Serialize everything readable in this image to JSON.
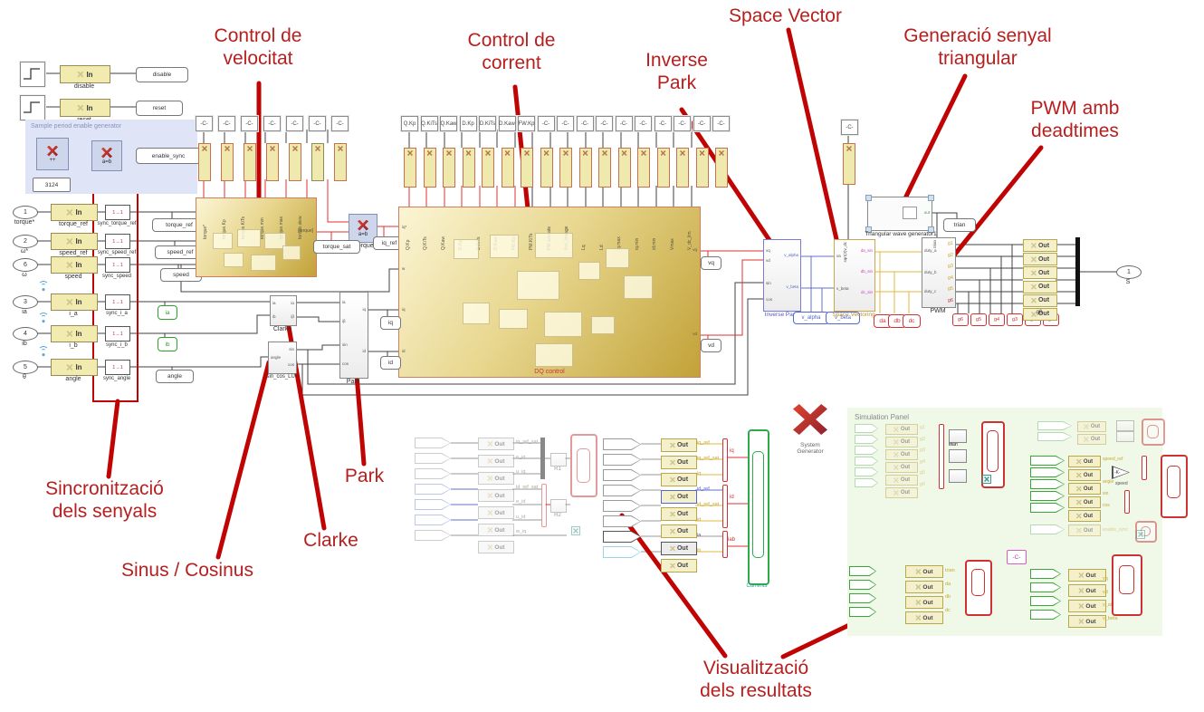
{
  "g": {
    "in": "In",
    "out": "Out",
    "c": "-C-",
    "sync": "1→1"
  },
  "annotations": {
    "control_velocitat": "Control de\nvelocitat",
    "control_corrent": "Control de\ncorrent",
    "inverse_park": "Inverse\nPark",
    "space_vector": "Space Vector",
    "generacio": "Generació senyal\ntriangular",
    "pwm_deadtimes": "PWM amb\ndeadtimes",
    "sincronitzacio": "Sincronització\ndels senyals",
    "park": "Park",
    "clarke": "Clarke",
    "sinus_cosinus": "Sinus / Cosinus",
    "visualitzacio": "Visualització\ndels resultats"
  },
  "top_left": {
    "disable": {
      "gw_name": "disable",
      "tag": "disable"
    },
    "reset": {
      "gw_name": "reset",
      "tag": "reset"
    },
    "sample_panel": {
      "title": "Sample period enable generator",
      "counter": "++",
      "constant": "3124",
      "relop": "a=b",
      "tag": "enable_sync"
    }
  },
  "inputs": {
    "rows": [
      {
        "port": "1",
        "signal": "torque*",
        "gw": "torque_ref",
        "sync": "sync_torque_ref"
      },
      {
        "port": "2",
        "signal": "ω*",
        "gw": "speed_ref",
        "sync": "sync_speed_ref"
      },
      {
        "port": "6",
        "signal": "ω",
        "gw": "speed",
        "sync": "sync_speed"
      },
      {
        "port": "3",
        "signal": "ia",
        "gw": "i_a",
        "sync": "sync_i_a"
      },
      {
        "port": "4",
        "signal": "ib",
        "gw": "i_b",
        "sync": "sync_i_b"
      },
      {
        "port": "5",
        "signal": "θ",
        "gw": "angle",
        "sync": "sync_angle"
      }
    ],
    "tags": {
      "torque_ref": "torque_ref",
      "speed_ref": "speed_ref",
      "speed": "speed",
      "ia": "ia",
      "ib": "ib",
      "angle": "angle"
    }
  },
  "velocitat": {
    "constants": [
      "-C-",
      "-C-",
      "-C-",
      "-C-",
      "-C-",
      "-C-",
      "-C-"
    ],
    "top_labels": [
      "torque*",
      "torque.Kp",
      "torque.KiTs",
      "torque.min",
      "torque.max",
      "torque.slew"
    ],
    "output": "[torque]",
    "mult": {
      "glyph": "a=b",
      "name": "iq(torque)"
    },
    "tags": {
      "torque_sat": "torque_sat",
      "iq_ref": "iq_ref"
    }
  },
  "dq": {
    "constants": [
      "Q.Kp",
      "Q.KiTs",
      "Q.Kaw",
      "D.Kp",
      "D.KiTs",
      "D.Kaw",
      "FW.Kp",
      "-C-",
      "-C-",
      "-C-",
      "-C-",
      "-C-",
      "-C-",
      "-C-",
      "-C-",
      "-C-",
      "-C-"
    ],
    "top_labels": [
      "Q.Kp",
      "Q.KiTs",
      "Q.Kaw",
      "D.Kp",
      "D.KiTs",
      "D.Kaw",
      "FW.Kp",
      "PM.KiTs",
      "PM activate",
      "flux_linkage",
      "Lq",
      "Ld",
      "iq.max",
      "iq.min",
      "id.min",
      "Vmax",
      "V_dc_lim"
    ],
    "left_labels": [
      "iq*",
      "w",
      "iq",
      "id"
    ],
    "right_labels": [
      "vq",
      "vd"
    ],
    "name": "DQ control",
    "tags": {
      "vq": "vq",
      "vd": "vd"
    }
  },
  "transforms": {
    "clarke": {
      "name": "Clarke",
      "in1": "ia",
      "in2": "ib",
      "out1": "iα",
      "out2": "iβ"
    },
    "lut": {
      "name": "sin_cos_LUT",
      "input": "angle",
      "out1": "sin",
      "out2": "cos"
    },
    "park": {
      "name": "Park",
      "in1": "ia",
      "in2": "iβ",
      "in3": "sin",
      "in4": "cos",
      "out1": "iq",
      "out2": "id",
      "tag_iq": "iq",
      "tag_id": "id"
    }
  },
  "inverse_park": {
    "name": "Inverse Park",
    "in1": "vq",
    "in2": "vd",
    "in3": "sin",
    "in4": "cos",
    "out1": "v_alpha",
    "out2": "v_beta",
    "tag1": "v_alpha",
    "tag2": "v_beta"
  },
  "space_vectoring": {
    "name": "Space Vectoring",
    "top_input": "sqrt(3)v_dc",
    "in1": "va",
    "in2": "v_beta",
    "out1": "da_sin",
    "out2": "db_sin",
    "out3": "dc_sin",
    "tag1": "da",
    "tag2": "db",
    "tag3": "dc"
  },
  "pwm": {
    "name": "PWM",
    "top_input": "trian",
    "in1": "duty_a",
    "in2": "duty_b",
    "in3": "duty_c",
    "outputs": [
      "g1",
      "g2",
      "g3",
      "g4",
      "g5",
      "g6"
    ],
    "tags": [
      "g6",
      "g5",
      "g4",
      "g3",
      "g2",
      "g1"
    ],
    "gateways": [
      "Out",
      "Out",
      "Out",
      "Out",
      "Out",
      "Out"
    ],
    "stack_label": "g6",
    "port": {
      "num": "1",
      "name": "S"
    }
  },
  "twg": {
    "name": "Triangular wave generator1",
    "out": "out",
    "tag": "trian",
    "constant": "-C-"
  },
  "sysgen": {
    "label": "System\nGenerator"
  },
  "cluster_left": {
    "out_blocks": [
      "Out",
      "Out",
      "Out",
      "Out",
      "Out",
      "Out",
      "Out"
    ],
    "wire_labels": [
      "iq_ref_sat",
      "e_iq",
      "u_iq",
      "id_ref_sat",
      "e_id",
      "u_id",
      "w_iq"
    ],
    "rate1": "R1",
    "rate2": "R2"
  },
  "cluster_mid": {
    "out_blocks": [
      "Out",
      "Out",
      "Out",
      "Out",
      "Out",
      "Out",
      "Out",
      "Out"
    ],
    "wire_labels": [
      "iq_ref",
      "iq_ref_sat",
      "iq",
      "id_ref",
      "id_ref_sat",
      "id",
      "ia",
      "ib"
    ],
    "mux1": "iq",
    "mux2": "id",
    "mux3": "iab",
    "scope": "Currents"
  },
  "sim_panel": {
    "title": "Simulation Panel",
    "a": {
      "out_blocks": [
        "Out",
        "Out",
        "Out",
        "Out",
        "Out",
        "Out"
      ],
      "wire_labels": [
        "g1",
        "g2",
        "g3",
        "g4",
        "g5",
        "g6"
      ],
      "block_labels": [
        "trian",
        "trian",
        "trian"
      ]
    },
    "b": {
      "out_blocks": [
        "Out",
        "Out"
      ]
    },
    "c": {
      "out_blocks": [
        "Out",
        "Out",
        "Out",
        "Out",
        "Out"
      ],
      "wire_labels": [
        "speed_ref",
        "speed",
        "angle",
        "sin",
        "cos"
      ],
      "gain": "-K-"
    },
    "d": {
      "out_block": "Out",
      "wire_label": "enable_sync"
    },
    "e": {
      "out_blocks": [
        "Out",
        "Out",
        "Out",
        "Out"
      ],
      "wire_labels": [
        "trian",
        "da",
        "db",
        "dc"
      ]
    },
    "f": {
      "constant": "-C-",
      "out_blocks": [
        "Out",
        "Out",
        "Out",
        "Out"
      ],
      "wire_labels": [
        "vq",
        "vd",
        "v_alpha",
        "v_beta"
      ]
    }
  }
}
